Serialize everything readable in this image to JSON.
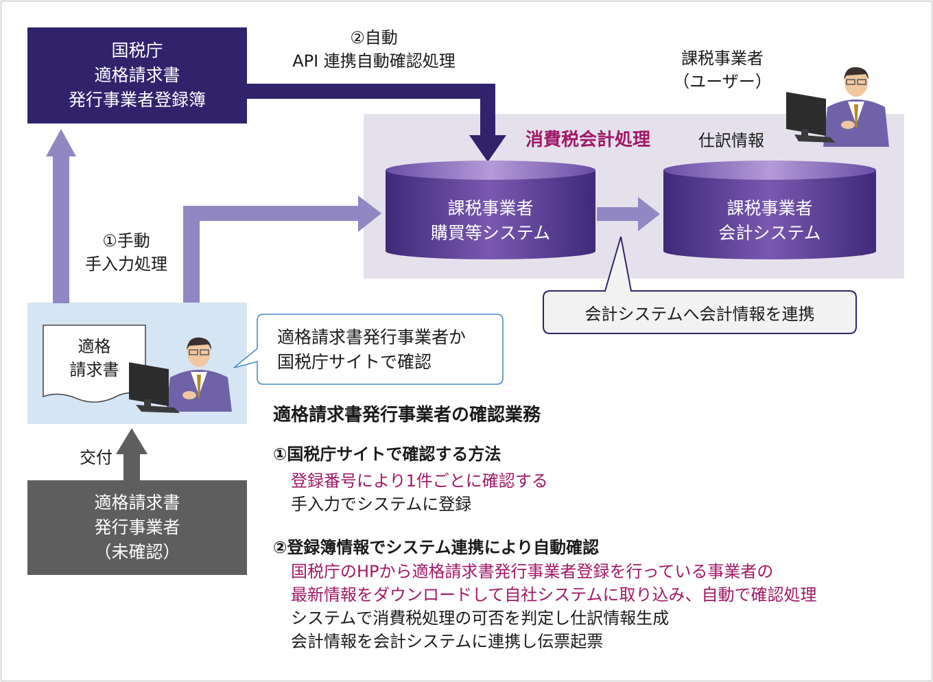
{
  "nta_registry": {
    "lines": [
      "国税庁",
      "適格請求書",
      "発行事業者登録簿"
    ]
  },
  "auto_label": {
    "line1": "②自動",
    "line2": "API 連携自動確認処理"
  },
  "user_label": {
    "line1": "課税事業者",
    "line2": "（ユーザー）"
  },
  "system_panel": {
    "title": "消費税会計処理",
    "journal": "仕訳情報"
  },
  "purchase_db": {
    "line1": "課税事業者",
    "line2": "購買等システム"
  },
  "account_db": {
    "line1": "課税事業者",
    "line2": "会計システム"
  },
  "link_callout": "会計システムへ会計情報を連携",
  "manual_label": {
    "line1": "①手動",
    "line2": "手入力処理"
  },
  "invoice_doc": {
    "line1": "適格",
    "line2": "請求書"
  },
  "check_bubble": {
    "line1": "適格請求書発行事業者か",
    "line2": "国税庁サイトで確認"
  },
  "deliver_label": "交付",
  "unconfirmed_box": {
    "lines": [
      "適格請求書",
      "発行事業者",
      "（未確認）"
    ]
  },
  "explanation": {
    "title": "適格請求書発行事業者の確認業務",
    "method1": {
      "heading": "①国税庁サイトで確認する方法",
      "lines": [
        {
          "text": "登録番号により1件ごとに確認する",
          "style": "red"
        },
        {
          "text": "手入力でシステムに登録",
          "style": "normal"
        }
      ]
    },
    "method2": {
      "heading": "②登録簿情報でシステム連携により自動確認",
      "lines": [
        {
          "text": "国税庁のHPから適格請求書発行事業者登録を行っている事業者の",
          "style": "red"
        },
        {
          "text": "最新情報をダウンロードして自社システムに取り込み、自動で確認処理",
          "style": "red"
        },
        {
          "text": "システムで消費税処理の可否を判定し仕訳情報生成",
          "style": "normal"
        },
        {
          "text": "会計情報を会計システムに連携し伝票起票",
          "style": "normal"
        }
      ]
    }
  },
  "colors": {
    "dark_purple": "#31226c",
    "light_purple_arrow": "#9187c2",
    "gray_box": "#5e5e5e",
    "magenta_text": "#a01866",
    "light_blue_panel": "#d6e5f4",
    "system_panel_bg": "#e5e1ec"
  },
  "icons": [
    "person-at-computer-icon",
    "document-icon",
    "database-cylinder-icon"
  ]
}
